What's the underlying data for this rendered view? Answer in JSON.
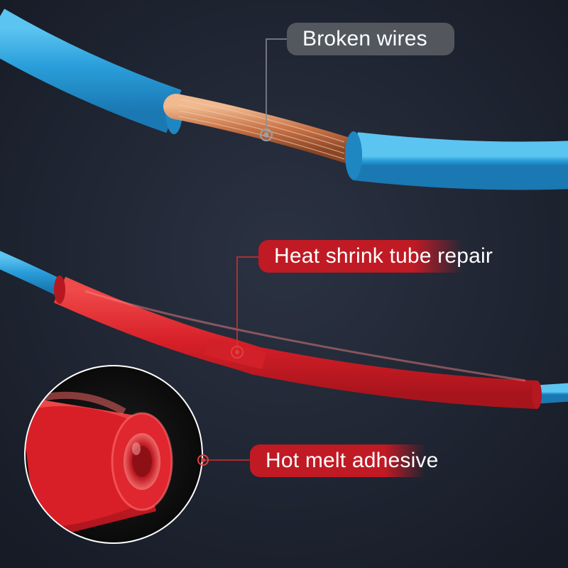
{
  "labels": {
    "broken_wires": "Broken wires",
    "heat_shrink": "Heat shrink tube repair",
    "hot_melt": "Hot melt adhesive"
  },
  "colors": {
    "background": "#1c2230",
    "wire_blue": "#2aa2dd",
    "copper": "#c8744a",
    "tube_red": "#d6202a",
    "label_gray": "#555a60",
    "label_red": "#c01a24",
    "callout_line": "#8a8f96",
    "callout_line_red": "#d23030"
  }
}
